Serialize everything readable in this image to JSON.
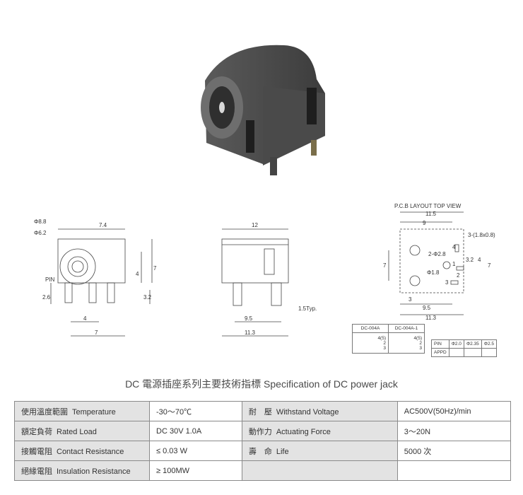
{
  "drawings": {
    "side": {
      "phi_outer": "Φ8.8",
      "phi_inner": "Φ6.2",
      "width": "7.4",
      "pin_label": "PIN",
      "h4": "4",
      "h7": "7",
      "h26": "2.6",
      "h32": "3.2",
      "b4": "4",
      "b7": "7"
    },
    "front": {
      "top": "12",
      "pin_typ": "1.5Typ.",
      "b95": "9.5",
      "b113": "11.3"
    },
    "pcb": {
      "title": "P.C.B LAYOUT  TOP VIEW",
      "w115": "11.5",
      "w9": "9",
      "slot": "3-(1.8x0.8)",
      "hole2": "2-Φ2.8",
      "hole1": "Φ1.8",
      "v7": "7",
      "v32": "3.2",
      "v4": "4",
      "v7r": "7",
      "b3": "3",
      "b95": "9.5",
      "b113": "11.3",
      "n4": "4",
      "n1": "1",
      "n2": "2",
      "n3": "3"
    },
    "models": {
      "a": "DC-004A",
      "b": "DC-004A-1",
      "a_pins": [
        "4(5)",
        "2",
        "3"
      ],
      "b_pins": [
        "4(5)",
        "2",
        "3"
      ]
    },
    "pin_table": {
      "headers": [
        "PIN",
        "Φ2.0",
        "Φ2.35",
        "Φ2.5"
      ],
      "row2": "APPD"
    }
  },
  "title": "DC  電源插座系列主要技術指標 Specification of DC power jack",
  "spec_rows": [
    {
      "label_zh": "使用溫度範圍",
      "label_en": "Temperature",
      "value": "-30～70℃",
      "label2_zh": "耐　壓",
      "label2_en": "Withstand Voltage",
      "value2": "AC500V(50Hz)/min"
    },
    {
      "label_zh": "額定負荷",
      "label_en": "Rated Load",
      "value": "DC  30V  1.0A",
      "label2_zh": "動作力",
      "label2_en": "Actuating Force",
      "value2": "3～20N"
    },
    {
      "label_zh": "接觸電阻",
      "label_en": "Contact Resistance",
      "value": "≤ 0.03 W",
      "label2_zh": "壽　命",
      "label2_en": "Life",
      "value2": "5000 次"
    },
    {
      "label_zh": "絕緣電阻",
      "label_en": "Insulation Resistance",
      "value": "≥ 100MW",
      "label2_zh": "",
      "label2_en": "",
      "value2": ""
    }
  ]
}
